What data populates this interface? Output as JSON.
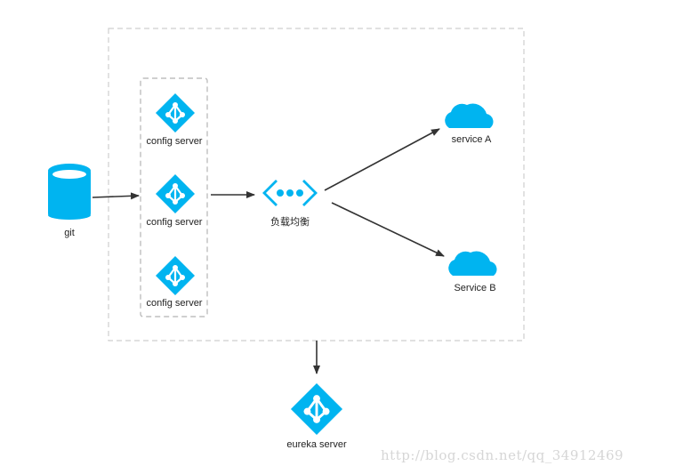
{
  "nodes": {
    "git": "git",
    "config_servers": [
      "config server",
      "config server",
      "config server"
    ],
    "load_balancer": "负载均衡",
    "service_a": "service A",
    "service_b": "Service B",
    "eureka": "eureka server"
  },
  "watermark": "http://blog.csdn.net/qq_34912469",
  "colors": {
    "accent": "#00b4f0",
    "dashed_border": "#cfcfcf",
    "arrow": "#333333"
  },
  "icons": {
    "git": "database-icon",
    "config_server": "network-diamond-icon",
    "load_balancer": "load-balancer-icon",
    "service": "cloud-icon",
    "eureka": "network-diamond-icon"
  }
}
